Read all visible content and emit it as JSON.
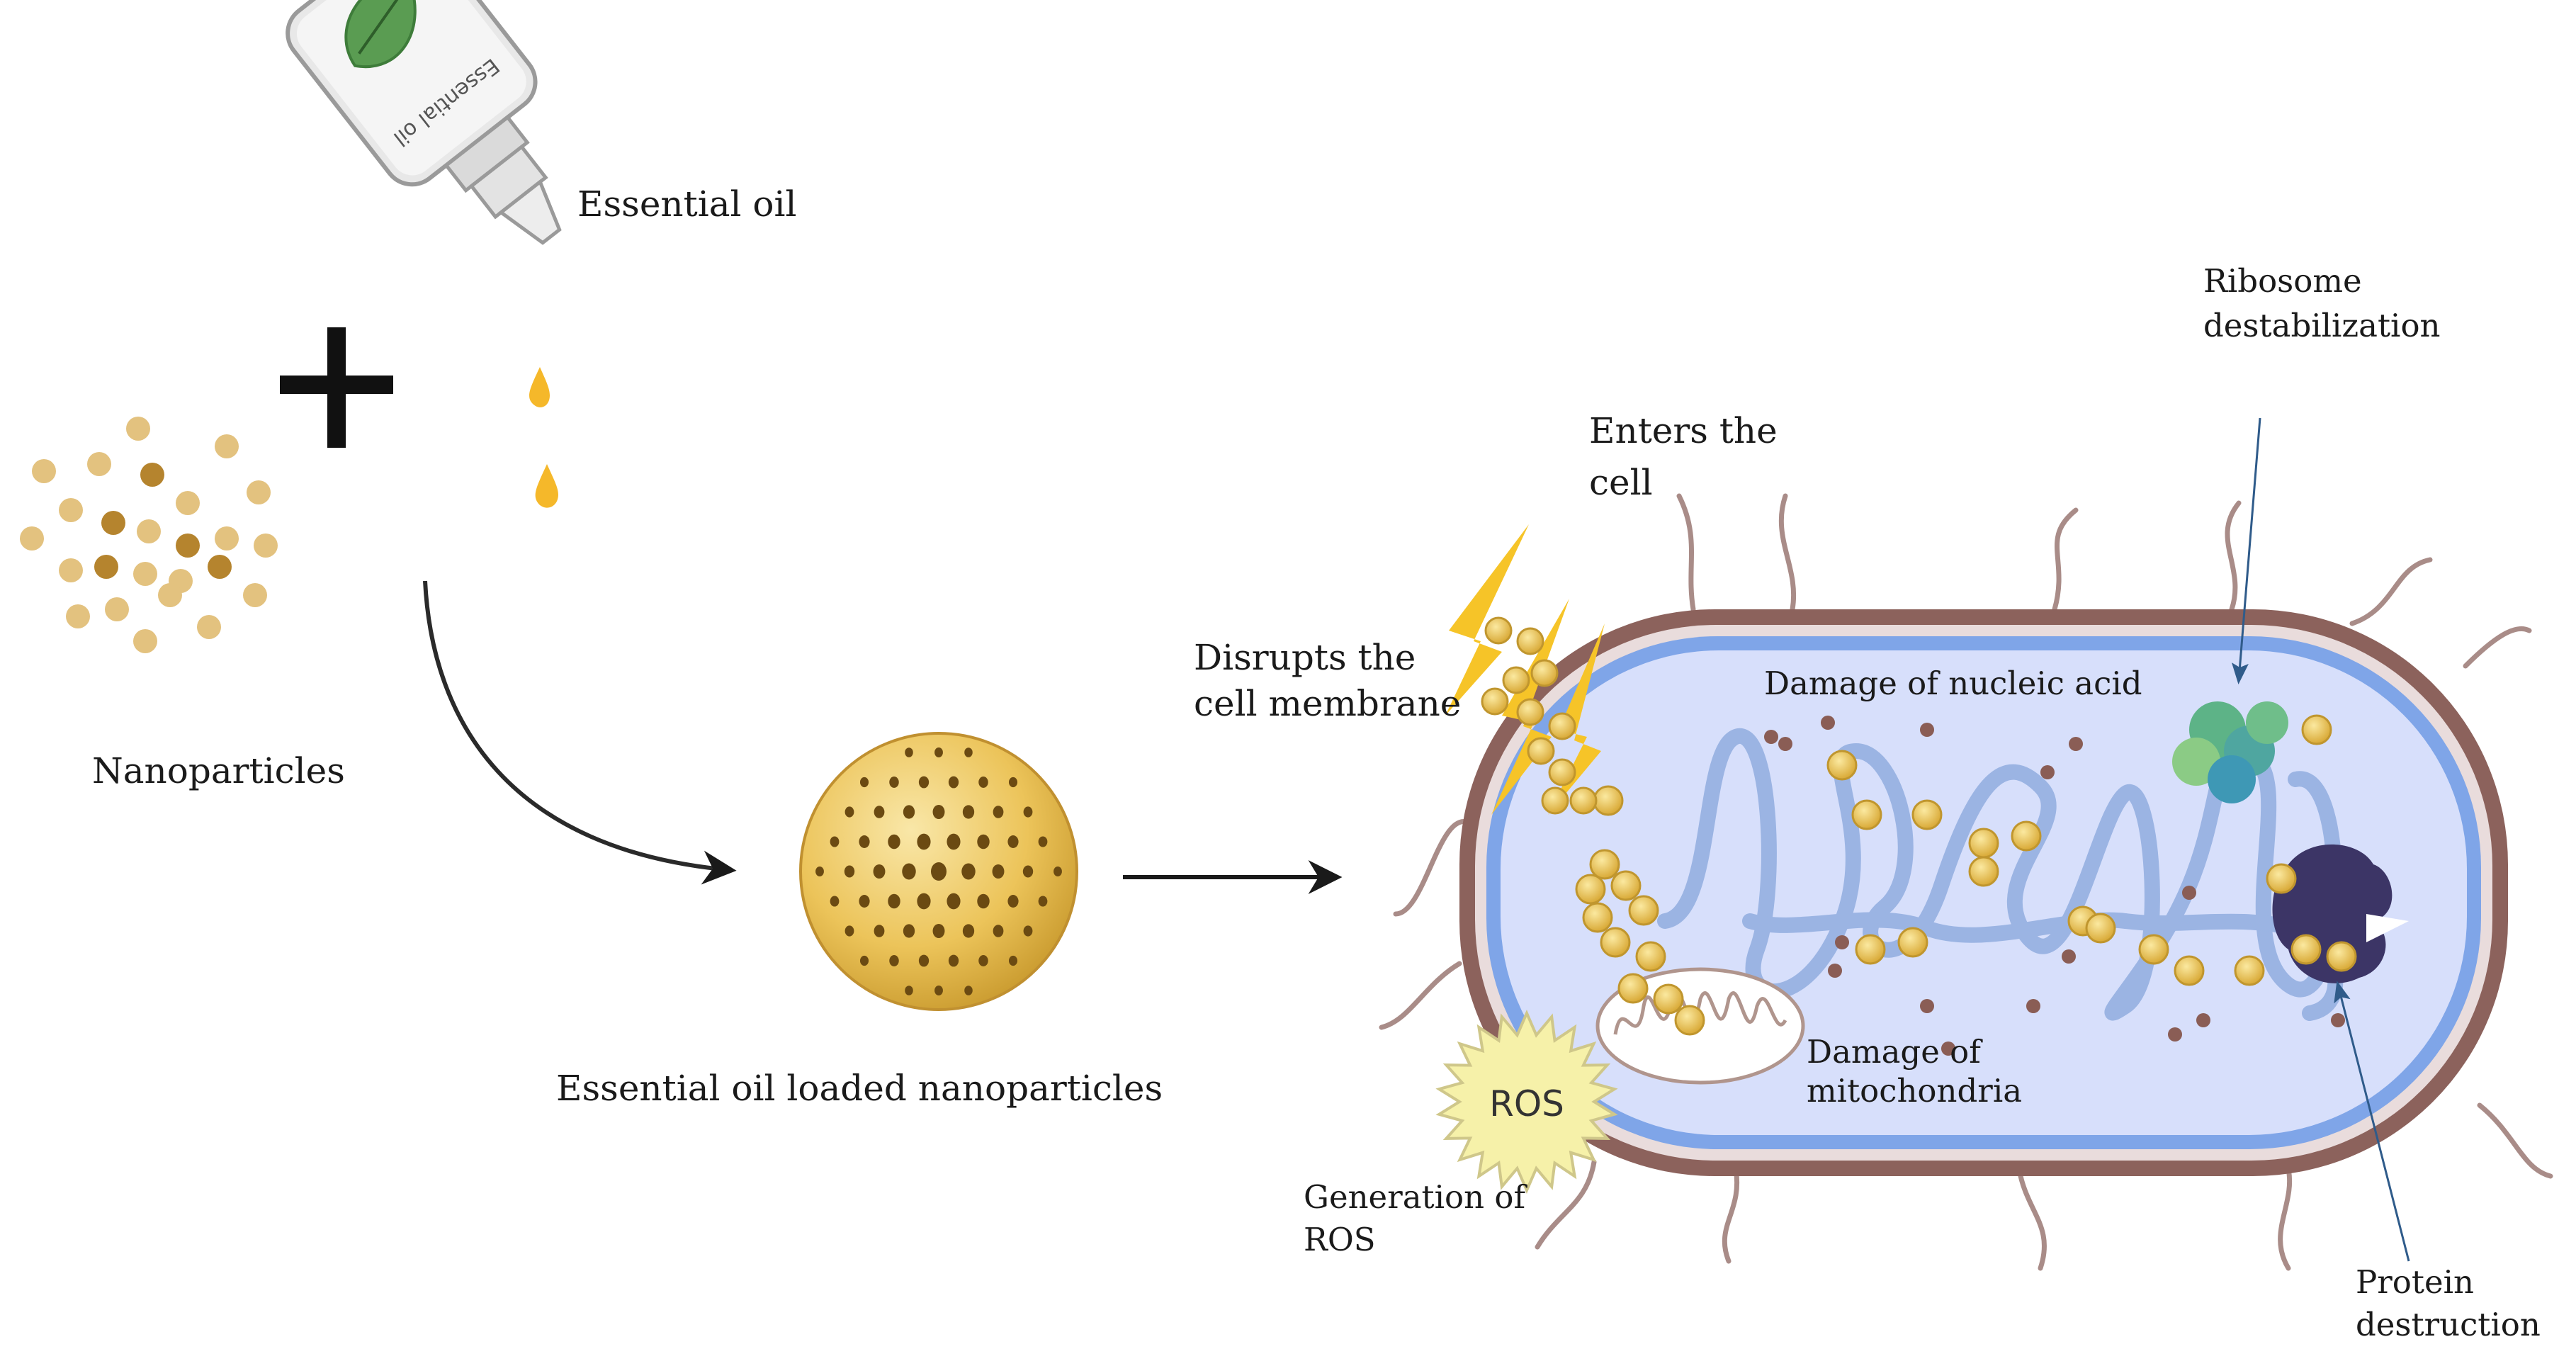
{
  "labels": {
    "essential_oil": "Essential  oil",
    "nanoparticles": "Nanoparticles",
    "loaded": "Essential  oil loaded  nanoparticles",
    "enters_l1": "Enters the",
    "enters_l2": "cell",
    "disrupts_l1": "Disrupts the",
    "disrupts_l2": "cell membrane",
    "nucleic": "Damage of nucleic acid",
    "ribosome_l1": "Ribosome",
    "ribosome_l2": "destabilization",
    "mito_l1": "Damage of",
    "mito_l2": "mitochondria",
    "ros_gen_l1": "Generation of",
    "ros_gen_l2": "ROS",
    "protein_l1": "Protein",
    "protein_l2": "destruction",
    "ros_badge": "ROS",
    "bottle_label": "Essential oil"
  },
  "icons": [
    "essential-oil-bottle-icon",
    "leaf-icon",
    "oil-drop-icon",
    "plus-icon",
    "nanoparticle-cluster-icon",
    "loaded-nanoparticle-icon",
    "bacterium-cell-icon",
    "lightning-icon",
    "ros-burst-icon",
    "mitochondria-icon",
    "ribosome-icon",
    "protein-icon"
  ],
  "colors": {
    "oil": "#F5B82A",
    "nanoparticle_light": "#E3C27F",
    "nanoparticle_dark": "#B5842E",
    "sphere": "#E8C155",
    "cell_wall": "#8C625C",
    "cytoplasm": "#D7DFFB",
    "membrane": "#7FA5E8",
    "dna": "#9BB4E3",
    "ribosome": "#5DB387",
    "protein": "#3C3566",
    "ros": "#F6F1A9"
  }
}
